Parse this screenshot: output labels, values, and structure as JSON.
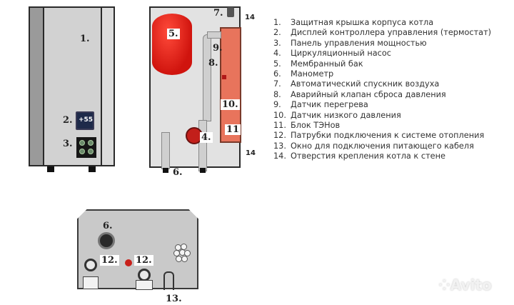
{
  "legend": {
    "items": [
      {
        "num": "1.",
        "label": "Защитная крышка корпуса котла"
      },
      {
        "num": "2.",
        "label": "Дисплей контроллера управления (термостат)"
      },
      {
        "num": "3.",
        "label": "Панель управления мощностью"
      },
      {
        "num": "4.",
        "label": "Циркуляционный насос"
      },
      {
        "num": "5.",
        "label": "Мембранный бак"
      },
      {
        "num": "6.",
        "label": "Манометр"
      },
      {
        "num": "7.",
        "label": "Автоматический спускник воздуха"
      },
      {
        "num": "8.",
        "label": "Аварийный клапан сброса давления"
      },
      {
        "num": "9.",
        "label": "Датчик перегрева"
      },
      {
        "num": "10.",
        "label": "Датчик низкого давления"
      },
      {
        "num": "11.",
        "label": "Блок ТЭНов"
      },
      {
        "num": "12.",
        "label": "Патрубки подключения к системе отопления"
      },
      {
        "num": "13.",
        "label": "Окно для подключения питающего кабеля"
      },
      {
        "num": "14.",
        "label": "Отверстия крепления котла к стене"
      }
    ]
  },
  "front_view": {
    "label_1": "1.",
    "label_2": "2.",
    "label_3": "3.",
    "display_value": "+55"
  },
  "internal_view": {
    "label_4": "4.",
    "label_5": "5.",
    "label_6": "6.",
    "label_7": "7.",
    "label_8": "8.",
    "label_9": "9.",
    "label_10": "10.",
    "label_11": "11",
    "label_14_top": "14",
    "label_14_bottom": "14"
  },
  "bottom_view": {
    "label_6": "6.",
    "label_12_left": "12.",
    "label_12_right": "12.",
    "label_13": "13."
  },
  "watermark": {
    "text": "Avito"
  },
  "colors": {
    "tank_red": "#d0140e",
    "heater_orange": "#e8745c",
    "display_blue": "#1e2a4a",
    "casing_gray": "#d2d2d2"
  }
}
